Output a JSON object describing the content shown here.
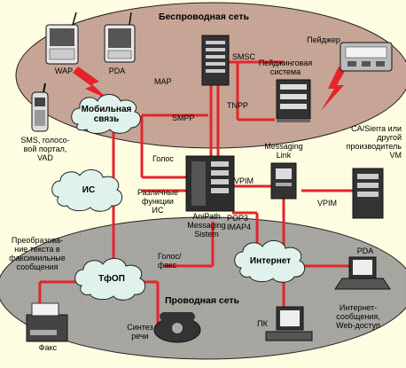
{
  "regions": {
    "wireless_title": "Беспроводная сеть",
    "wired_title": "Проводная сеть"
  },
  "clouds": {
    "mobile": "Мобильная\nсвязь",
    "is": "ИС",
    "tfop": "ТфОП",
    "internet": "Интернет"
  },
  "devices": {
    "wap": "WAP",
    "pda_top": "PDA",
    "pager": "Пейджер",
    "paging_system": "Пейджинговая\nсистема",
    "sms_portal": "SMS, голосо-\nвой портал,\nVAD",
    "anipath": "AniPath\nMessaging\nSistem",
    "messaging_link": "Messaging\nLink",
    "vm_other": "CA/Sierra или\nдругой\nпроизводитель\nVM",
    "text_to_fax": "Преобразова-\nние текста в\nфаксимильные\nсообщения",
    "fax": "Факс",
    "speech_synth": "Синтез\nречи",
    "pda_bottom": "PDA",
    "pc": "ПК",
    "internet_messages": "Интернет-\nсообщения,\nWeb-доступ"
  },
  "links": {
    "map": "MAP",
    "smsc": "SMSC",
    "smpp": "SMPP",
    "tnpp": "TNPP",
    "voice": "Голос",
    "vpim_left": "VPIM",
    "vpim_right": "VPIM",
    "various_functions": "Различные\nфункции\nИС",
    "pop3_imap4": "POP3\nIMAP4",
    "voice_fax": "Голос/\nфакс"
  },
  "colors": {
    "background": "#fffde1",
    "wireless_region": "#c9a899",
    "wired_region": "#aba9a4",
    "link_red": "#e5242a",
    "cloud_fill": "#dff2ec",
    "bolt_red": "#e5242a"
  }
}
